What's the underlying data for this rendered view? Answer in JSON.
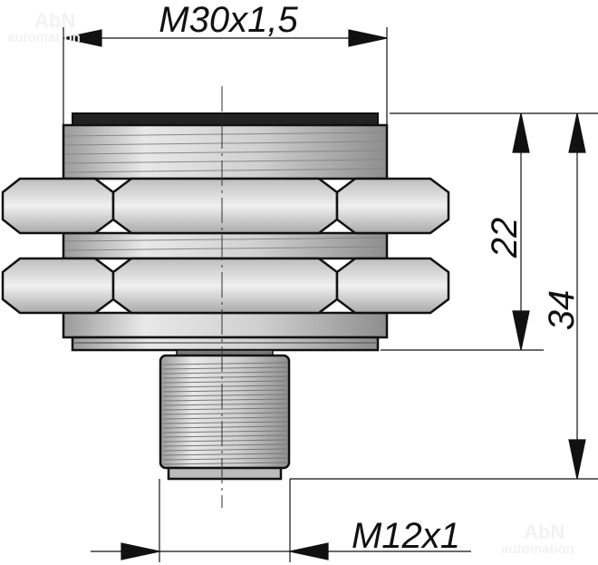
{
  "dimensions": {
    "thread_outer": "M30x1,5",
    "thread_connector": "M12x1",
    "body_length": "22",
    "total_length": "34"
  },
  "watermark": {
    "brand": "AbN",
    "sub": "automation"
  },
  "colors": {
    "line": "#111111",
    "metal": "#d6d6d6",
    "shade": "#a8a8a8",
    "dark": "#2a2a2a"
  }
}
